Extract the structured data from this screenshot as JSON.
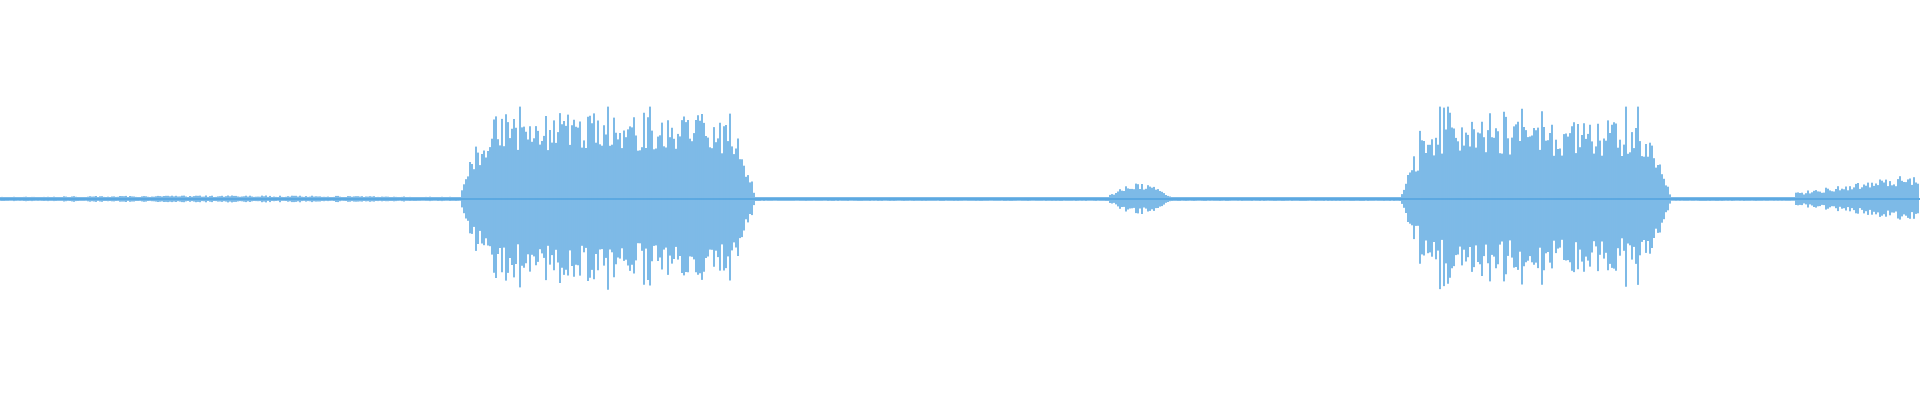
{
  "waveform": {
    "color": "#5DA9E1",
    "background": "#FFFFFF",
    "segments": [
      {
        "label": "quiet-start",
        "start": 0.0,
        "end": 0.24,
        "level": 0.04
      },
      {
        "label": "sound-burst-1",
        "start": 0.24,
        "end": 0.393,
        "level": 0.98
      },
      {
        "label": "silence-1",
        "start": 0.393,
        "end": 0.575,
        "level": 0.01
      },
      {
        "label": "small-blip",
        "start": 0.575,
        "end": 0.612,
        "level": 0.18
      },
      {
        "label": "silence-2",
        "start": 0.612,
        "end": 0.73,
        "level": 0.01
      },
      {
        "label": "sound-burst-2",
        "start": 0.73,
        "end": 0.87,
        "level": 0.88
      },
      {
        "label": "silence-3",
        "start": 0.87,
        "end": 0.935,
        "level": 0.02
      },
      {
        "label": "sound-rising-end",
        "start": 0.935,
        "end": 1.0,
        "level": 0.3
      }
    ]
  }
}
